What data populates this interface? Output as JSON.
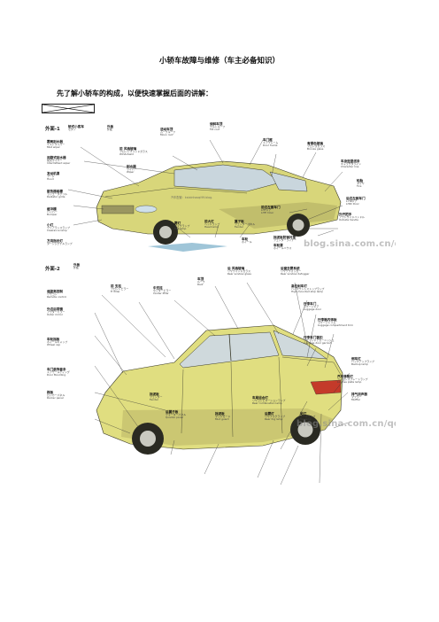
{
  "document": {
    "title": "小轿车故障与维修（车主必备知识）",
    "intro": "先了解小轿车的构成，以便快速掌握后面的讲解："
  },
  "figure1": {
    "title": "外面-1",
    "watermark_url": "blog.sina.com.cn/qdjj",
    "watermark_small": "汽车配置：kaixinhaoqi99.blog.",
    "colors": {
      "body": "#d8d67a",
      "shadow": "#a6a25a",
      "glass": "#c9d6dd",
      "outline": "#3a3a2a"
    },
    "labels": [
      {
        "cn": "轿式小客车",
        "sub": "セダン"
      },
      {
        "cn": "外板",
        "sub": "外板"
      },
      {
        "cn": "活动车顶",
        "sub": "ムーブルーフ",
        "en": "Moon roof"
      },
      {
        "cn": "倾斜车顶",
        "sub": "チルトルーフ",
        "en": "Tilt roof"
      },
      {
        "cn": "雾刷刮水器",
        "sub": "ミストワイパー",
        "en": "Mist wiper"
      },
      {
        "cn": "前 风档玻璃",
        "sub": "フロントウインドガラス",
        "en": "Windshield"
      },
      {
        "cn": "车门框",
        "sub": "ドアフレーム",
        "en": "Door frame"
      },
      {
        "cn": "青铜色玻璃",
        "sub": "ブロンズガラス",
        "en": "Bronze glass"
      },
      {
        "cn": "间歇式刮水器",
        "sub": "間欠ワイパー",
        "en": "Intermittent wiper"
      },
      {
        "cn": "刮水器",
        "sub": "ワイパー",
        "en": "Wiper"
      },
      {
        "cn": "车身造型线条",
        "sub": "キャラクタライン",
        "en": "Character line"
      },
      {
        "cn": "发动机罩",
        "sub": "フード",
        "en": "Hood"
      },
      {
        "cn": "散热器格栅",
        "sub": "ラジエータグリル",
        "en": "Radiator grille"
      },
      {
        "cn": "轮胎",
        "sub": "タイヤ",
        "en": "Tire"
      },
      {
        "cn": "后边左侧车门",
        "sub": "L.HRドア",
        "en": "LHRr Door"
      },
      {
        "cn": "缓冲棚",
        "sub": "バンパー",
        "en": "Bumper"
      },
      {
        "cn": "前边左面车门",
        "sub": "LHFドア",
        "en": "LHFr Door"
      },
      {
        "cn": "外开把手",
        "sub": "アウトサイドハンドル",
        "en": "Outside handle"
      },
      {
        "cn": "小灯",
        "sub": "クリアランスランプ",
        "en": "Clearance lamp"
      },
      {
        "cn": "雾灯",
        "sub": "フォグランプ",
        "en": "Fog lamp"
      },
      {
        "cn": "前大灯",
        "sub": "ヘッドランプ",
        "en": "Head lamp"
      },
      {
        "cn": "翼子板",
        "sub": "フェンダーパネル",
        "en": "Fender"
      },
      {
        "cn": "方向指示灯",
        "sub": "ターンシグナルランプ"
      },
      {
        "cn": "车轮",
        "sub": "ホイール"
      },
      {
        "cn": "挡泥板防锈衬里",
        "sub": "フェンダーライナー"
      },
      {
        "cn": "车轮罩",
        "sub": "ホイールハウス"
      }
    ]
  },
  "figure2": {
    "title": "外面-2",
    "watermark_url": "blog.sina.com.cn/qdjj",
    "colors": {
      "body": "#e0de80",
      "shadow": "#aca65c",
      "glass": "#cfd9dc",
      "lamp": "#c43a2a",
      "outline": "#3a3a2a"
    },
    "labels": [
      {
        "cn": "外板",
        "sub": "外板"
      },
      {
        "cn": "车顶",
        "sub": "ルーフ",
        "en": "Roof"
      },
      {
        "cn": "后 风档玻璃",
        "sub": "リヤウインドガラス",
        "en": "Rear window glass"
      },
      {
        "cn": "后窗去雾系统",
        "sub": "リヤデフォッガー",
        "en": "Rear window defogger"
      },
      {
        "cn": "前 支柱",
        "sub": "フロントピラー",
        "en": "Fr Pillar"
      },
      {
        "cn": "中支柱",
        "sub": "センターピラー",
        "en": "Center Pillar"
      },
      {
        "cn": "高位刹车灯",
        "sub": "ハイマウントストップランプ",
        "en": "High-mounted stop lamp"
      },
      {
        "cn": "遥距离控制",
        "sub": "リモコン",
        "en": "Remote control"
      },
      {
        "cn": "行李车门",
        "sub": "ラゲージドア",
        "en": "Luggage door"
      },
      {
        "cn": "外边后视镜",
        "sub": "アウターミラー",
        "en": "Outer mirror"
      },
      {
        "cn": "行李箱内饰板",
        "sub": "ラゲージトリム",
        "en": "Luggage compartment trim"
      },
      {
        "cn": "行李车门锁扣",
        "sub": "ラゲージドアガーニッシュ",
        "en": "Luggage door garnish"
      },
      {
        "cn": "车轮挡板",
        "sub": "ホイールキャップ",
        "en": "Wheel cap"
      },
      {
        "cn": "倒车灯",
        "sub": "バックアップランプ",
        "en": "Backup lamp"
      },
      {
        "cn": "车门装饰套条",
        "sub": "ドアモールディング",
        "en": "Door  Moulding"
      },
      {
        "cn": "汽车牌照灯",
        "sub": "ライセンスプレートランプ",
        "en": "License plate lamp"
      },
      {
        "cn": "踩板",
        "sub": "ロッカーパネル",
        "en": "Rocker panel"
      },
      {
        "cn": "挡泥板",
        "sub": "フェンダー",
        "en": "Fender"
      },
      {
        "cn": "车尾组合灯",
        "sub": "リヤコンビネーションランプ",
        "en": "Rear combination lamp"
      },
      {
        "cn": "排气消声器",
        "sub": "マフラー",
        "en": "Muffler"
      },
      {
        "cn": "后翼子板",
        "sub": "クォーターパネル",
        "en": "Quarter panel"
      },
      {
        "cn": "挡泥板",
        "sub": "マッドガード",
        "en": "Mud guard"
      },
      {
        "cn": "后雾灯",
        "sub": "リヤフォグランプ",
        "en": "Rear fog lamp"
      },
      {
        "cn": "尾灯",
        "sub": "テールランプ",
        "en": "Tail lamp"
      }
    ]
  }
}
